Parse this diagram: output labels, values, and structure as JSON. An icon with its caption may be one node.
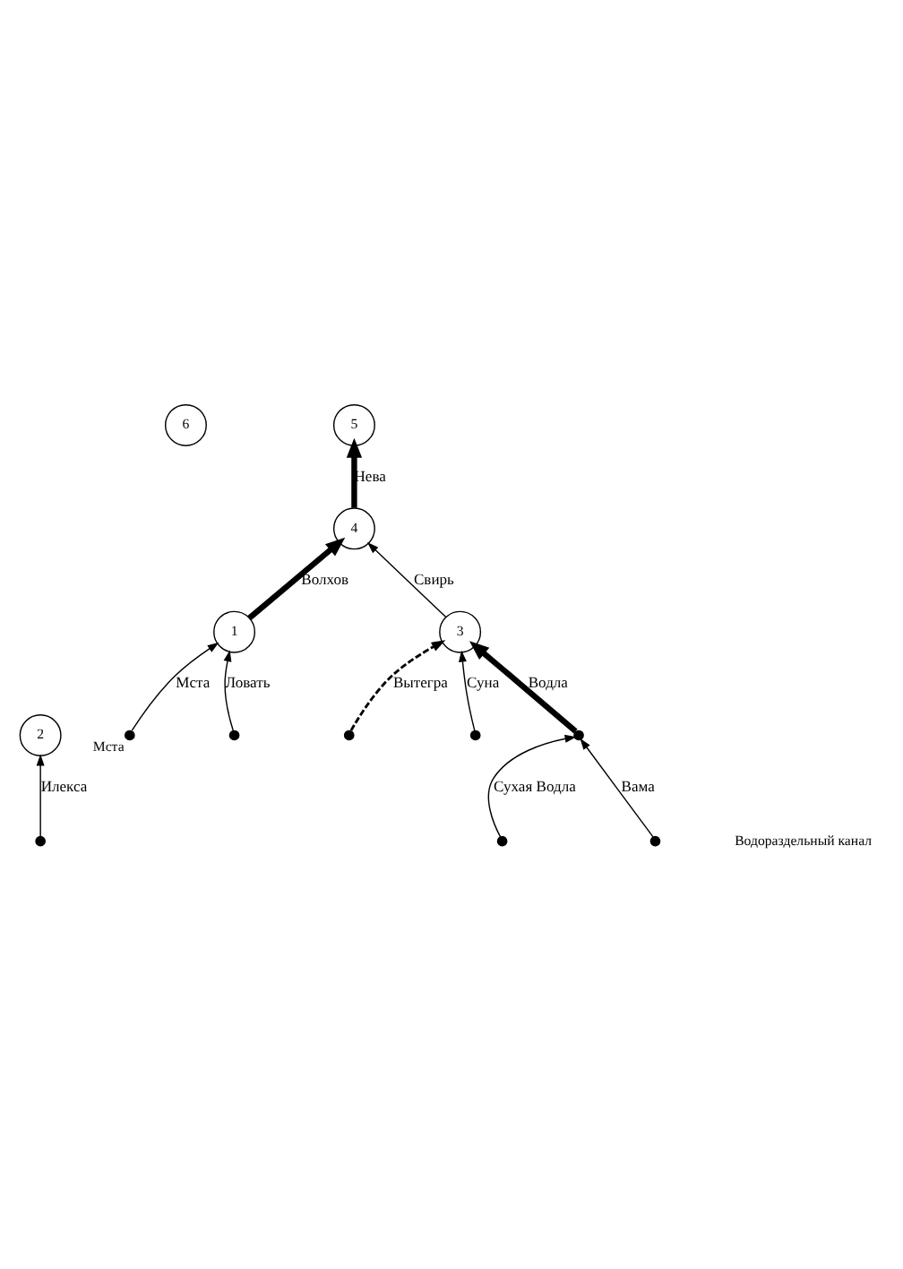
{
  "diagram": {
    "nodes": [
      {
        "text": [],
        "shape": "dot"
      },
      {
        "text": [],
        "shape": "dot"
      },
      {
        "text": [
          "2"
        ]
      },
      {
        "text": [],
        "shape": "dot"
      },
      {
        "text": [],
        "shape": "dot"
      },
      {
        "text": [],
        "shape": "dot"
      },
      {
        "text": [
          "3"
        ]
      },
      {
        "text": [],
        "shape": "dot"
      },
      {
        "text": [
          "6"
        ]
      },
      {
        "text": [
          "5"
        ]
      },
      {
        "text": [
          "4"
        ]
      },
      {
        "text": [
          "1"
        ]
      },
      {
        "text": [],
        "shape": "dot",
        "beside": [
          "Мста"
        ]
      },
      {
        "text": [],
        "shape": "dot"
      }
    ],
    "edges": [
      {
        "from": 0,
        "to": 2,
        "arrow": "to",
        "label": "Илекса"
      },
      {
        "from": 1,
        "to": 6,
        "arrow": "to",
        "label": "Суна"
      },
      {
        "from": 3,
        "to": 5,
        "arrow": "to",
        "label": "Сухая Водла"
      },
      {
        "from": 4,
        "to": 5,
        "arrow": "to",
        "label": "Вама"
      },
      {
        "from": 5,
        "to": 6,
        "arrow": "to",
        "label": "Водла",
        "style": "thick"
      },
      {
        "from": 7,
        "to": 6,
        "arrow": "to",
        "label": "Вытегра",
        "style": "dashed"
      },
      {
        "from": 6,
        "to": 10,
        "arrow": "to",
        "label": "Свирь"
      },
      {
        "from": 10,
        "to": 9,
        "arrow": "to",
        "label": "Нева",
        "style": "thick"
      },
      {
        "from": 11,
        "to": 10,
        "arrow": "to",
        "label": "Волхов",
        "style": "thick"
      },
      {
        "from": 12,
        "to": 11,
        "arrow": "to",
        "label": "Мста"
      },
      {
        "from": 13,
        "to": 11,
        "arrow": "to",
        "label": "Ловать"
      }
    ],
    "labels": [
      "Водораздельный канал"
    ]
  }
}
